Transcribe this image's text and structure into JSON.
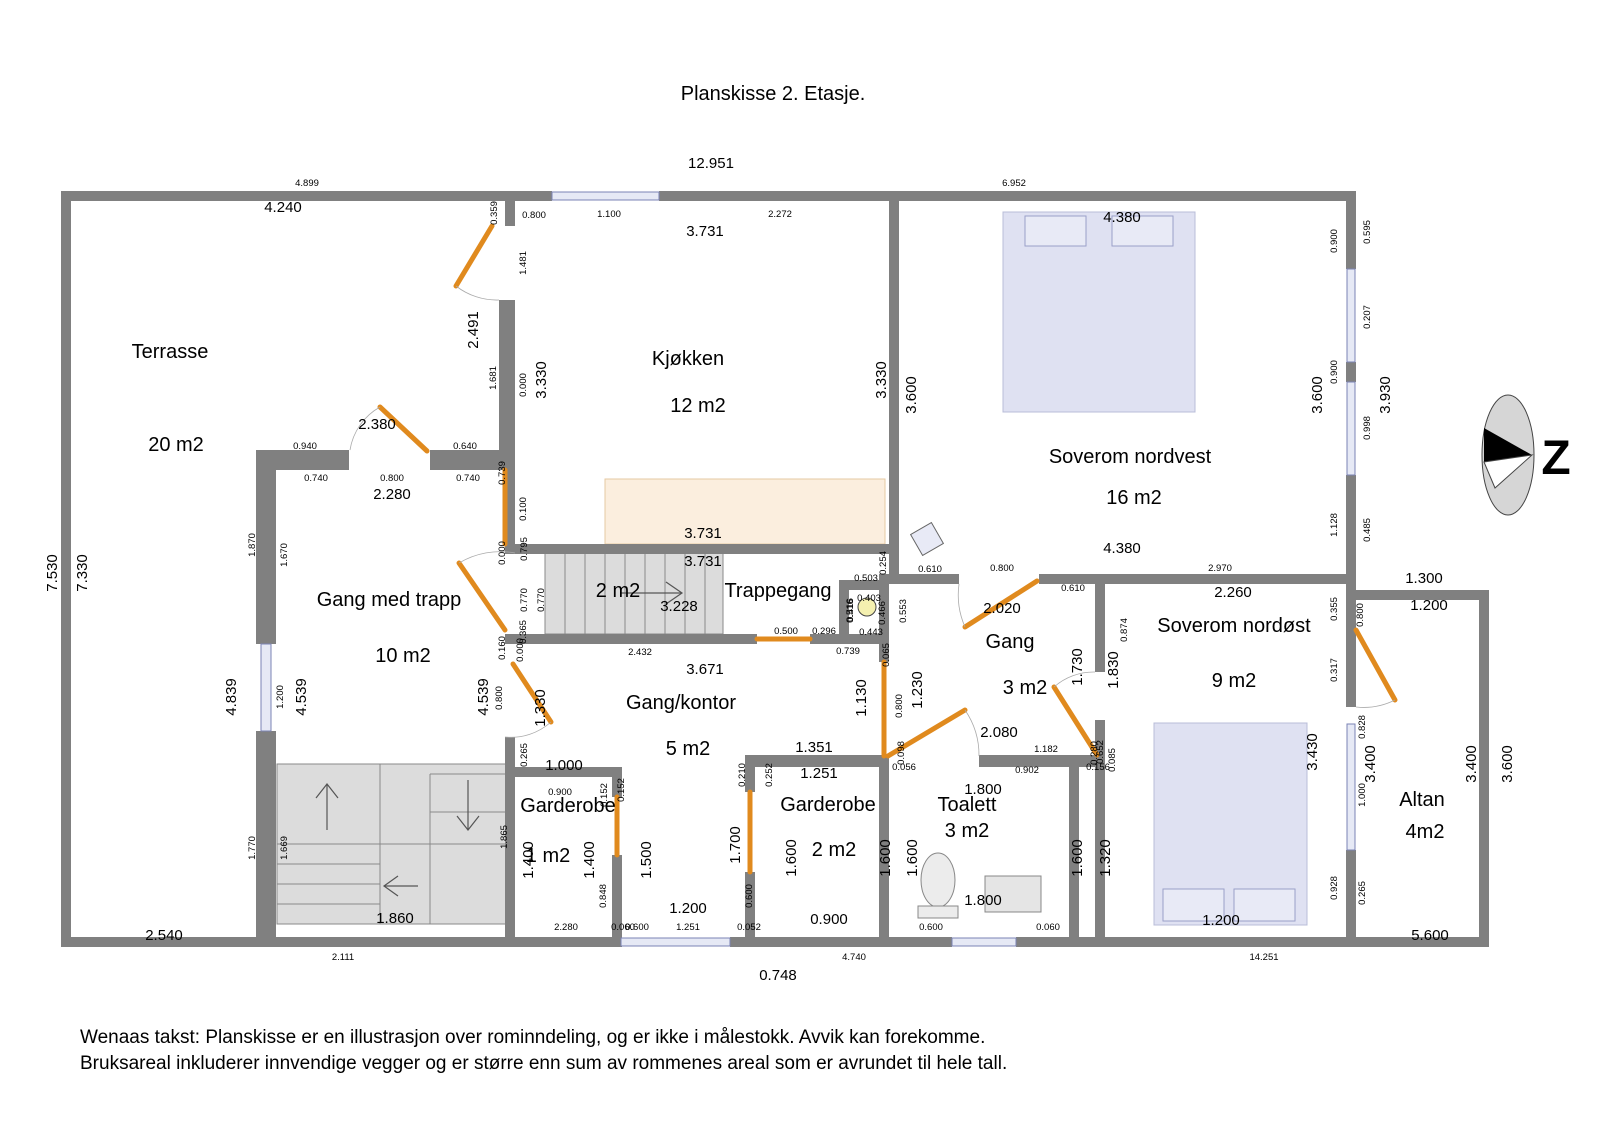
{
  "title": "Planskisse 2. Etasje.",
  "compass_label": "Z",
  "rooms": [
    {
      "id": "terrasse",
      "name": "Terrasse",
      "area": "20 m2"
    },
    {
      "id": "kjokken",
      "name": "Kjøkken",
      "area": "12 m2"
    },
    {
      "id": "soverom-nordvest",
      "name": "Soverom nordvest",
      "area": "16 m2"
    },
    {
      "id": "gang-med-trapp",
      "name": "Gang med trapp",
      "area": "10 m2"
    },
    {
      "id": "trapp",
      "name": "",
      "area": "2 m2"
    },
    {
      "id": "trappegang",
      "name": "Trappegang",
      "area": ""
    },
    {
      "id": "gang",
      "name": "Gang",
      "area": "3 m2"
    },
    {
      "id": "soverom-nordost",
      "name": "Soverom nordøst",
      "area": "9 m2"
    },
    {
      "id": "gang-kontor",
      "name": "Gang/kontor",
      "area": "5 m2"
    },
    {
      "id": "garderobe-1",
      "name": "Garderobe",
      "area": "1 m2"
    },
    {
      "id": "garderobe-2",
      "name": "Garderobe",
      "area": "2 m2"
    },
    {
      "id": "toalett",
      "name": "Toalett",
      "area": "3 m2"
    },
    {
      "id": "altan",
      "name": "Altan",
      "area": "4m2"
    }
  ],
  "dimensions": [
    "12.951",
    "4.899",
    "6.952",
    "4.240",
    "1.100",
    "2.272",
    "3.731",
    "4.380",
    "2.491",
    "3.330",
    "3.330",
    "3.600",
    "3.600",
    "3.930",
    "7.530",
    "7.330",
    "2.380",
    "0.940",
    "0.640",
    "0.740",
    "0.800",
    "0.740",
    "2.280",
    "3.731",
    "3.731",
    "3.228",
    "4.380",
    "2.970",
    "1.300",
    "0.610",
    "0.800",
    "0.610",
    "2.020",
    "2.260",
    "1.200",
    "1.870",
    "1.670",
    "0.770",
    "0.770",
    "0.503",
    "0.403",
    "0.416",
    "0.466",
    "0.516",
    "0.443",
    "0.553",
    "0.254",
    "0.500",
    "0.296",
    "0.739",
    "2.432",
    "3.671",
    "1.730",
    "1.830",
    "0.874",
    "4.839",
    "4.539",
    "4.539",
    "1.200",
    "1.330",
    "0.800",
    "1.130",
    "1.230",
    "0.800",
    "2.080",
    "1.182",
    "0.902",
    "1.351",
    "1.251",
    "1.000",
    "0.900",
    "1.800",
    "1.800",
    "3.430",
    "3.400",
    "3.400",
    "3.600",
    "1.000",
    "1.770",
    "1.669",
    "1.865",
    "1.400",
    "1.400",
    "1.500",
    "1.700",
    "1.600",
    "1.600",
    "1.600",
    "1.600",
    "1.320",
    "1.200",
    "1.251",
    "0.900",
    "2.280",
    "1.860",
    "2.540",
    "1.200",
    "5.600",
    "2.111",
    "4.740",
    "14.251",
    "0.748",
    "0.848",
    "0.600",
    "0.600",
    "0.600",
    "0.060",
    "0.060",
    "0.052",
    "0.152",
    "0.152",
    "0.252",
    "0.210",
    "0.359",
    "0.800",
    "1.481",
    "1.681",
    "0.000",
    "0.739",
    "0.100",
    "0.000",
    "0.795",
    "0.595",
    "0.900",
    "0.207",
    "0.900",
    "0.998",
    "1.128",
    "0.485",
    "0.355",
    "0.800",
    "0.317",
    "0.828",
    "0.928",
    "0.265",
    "0.160",
    "0.000",
    "0.365",
    "0.265",
    "0.065",
    "0.098",
    "0.056",
    "0.280",
    "0.156",
    "0.085",
    "0.652"
  ],
  "footnote": {
    "line1": "Wenaas takst: Planskisse er en illustrasjon over rominndeling, og er ikke i målestokk. Avvik kan forekomme.",
    "line2": "Bruksareal inkluderer innvendige vegger og er større enn sum av rommenes areal som er avrundet til hele tall."
  },
  "colors": {
    "wall": "#808080",
    "door": "#e08a1e",
    "window": "#c8cfe8",
    "bed": "#dfe1f2",
    "stair": "#dcdcdc",
    "counter": "#fbeede"
  }
}
